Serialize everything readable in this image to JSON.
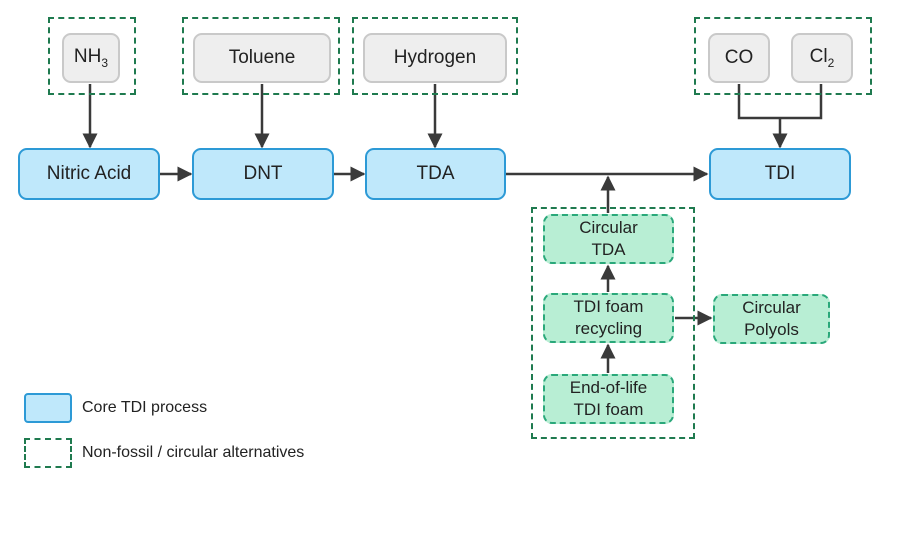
{
  "inputs": {
    "nh3": {
      "label": "NH",
      "sub": "3"
    },
    "toluene": {
      "label": "Toluene"
    },
    "hydrogen": {
      "label": "Hydrogen"
    },
    "co": {
      "label": "CO"
    },
    "cl2": {
      "label": "Cl",
      "sub": "2"
    }
  },
  "core": {
    "nitric_acid": "Nitric Acid",
    "dnt": "DNT",
    "tda": "TDA",
    "tdi": "TDI"
  },
  "circular": {
    "circular_tda": {
      "line1": "Circular",
      "line2": "TDA"
    },
    "foam_recycling": {
      "line1": "TDI foam",
      "line2": "recycling"
    },
    "end_of_life": {
      "line1": "End-of-life",
      "line2": "TDI foam"
    },
    "circular_polyols": {
      "line1": "Circular",
      "line2": "Polyols"
    }
  },
  "legend": {
    "core": "Core TDI process",
    "alternatives": "Non-fossil / circular alternatives"
  },
  "colors": {
    "core_fill": "#bfe8fb",
    "core_border": "#2d9ad6",
    "alt_border": "#1f7a4f",
    "alt_fill": "#b8eed4",
    "arrow": "#3a3a3a"
  }
}
